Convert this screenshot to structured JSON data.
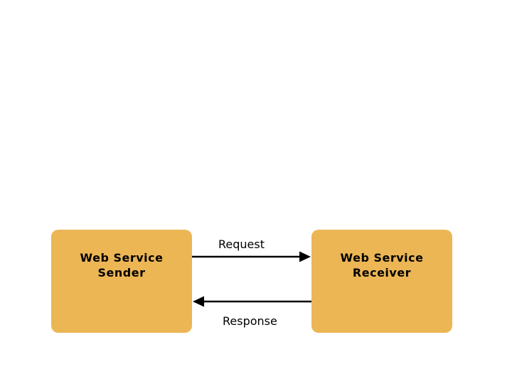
{
  "diagram": {
    "nodes": [
      {
        "id": "web-service-sender",
        "label_line1": "Web Service",
        "label_line2": "Sender"
      },
      {
        "id": "web-service-receiver",
        "label_line1": "Web Service",
        "label_line2": "Receiver"
      }
    ],
    "edges": [
      {
        "id": "request",
        "label": "Request",
        "from": "web-service-sender",
        "to": "web-service-receiver",
        "direction": "right"
      },
      {
        "id": "response",
        "label": "Response",
        "from": "web-service-receiver",
        "to": "web-service-sender",
        "direction": "left"
      }
    ],
    "colors": {
      "node_fill": "#ECB655",
      "text": "#000000",
      "arrow": "#000000",
      "background": "#FFFFFF"
    }
  }
}
